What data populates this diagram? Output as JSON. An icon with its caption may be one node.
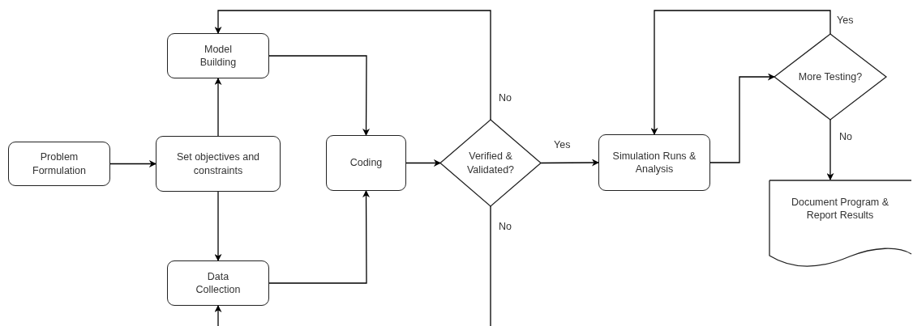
{
  "diagram": {
    "nodes": [
      {
        "text": [
          "Problem Formulation"
        ]
      },
      {
        "text": [
          "Set objectives and constraints"
        ]
      },
      {
        "text": [
          "Model Building"
        ]
      },
      {
        "text": [
          "Data Collection"
        ]
      },
      {
        "text": [
          "Coding"
        ]
      },
      {
        "text": [
          "Verified & Validated?"
        ]
      },
      {
        "text": [
          "Simulation Runs & Analysis"
        ]
      },
      {
        "text": [
          "More Testing?"
        ]
      },
      {
        "text": [
          "Document Program & Report Results"
        ]
      }
    ],
    "edges": [
      {
        "from": 0,
        "to": 1,
        "arrow": "to"
      },
      {
        "from": 1,
        "to": 2,
        "arrow": "to"
      },
      {
        "from": 1,
        "to": 3,
        "arrow": "to"
      },
      {
        "from": 2,
        "to": 4,
        "arrow": "to"
      },
      {
        "from": 3,
        "to": 4,
        "arrow": "to"
      },
      {
        "from": 4,
        "to": 5,
        "arrow": "to"
      },
      {
        "from": 5,
        "to": 6,
        "arrow": "to",
        "label": "Yes"
      },
      {
        "from": 5,
        "to": 2,
        "arrow": "to",
        "label": "No"
      },
      {
        "from": 5,
        "to": null,
        "arrow": "none",
        "label": "No"
      },
      {
        "from": null,
        "to": 3,
        "arrow": "to"
      },
      {
        "from": 6,
        "to": 7,
        "arrow": "to"
      },
      {
        "from": 7,
        "to": 6,
        "arrow": "to",
        "label": "Yes"
      },
      {
        "from": 7,
        "to": 8,
        "arrow": "to",
        "label": "No"
      }
    ]
  }
}
